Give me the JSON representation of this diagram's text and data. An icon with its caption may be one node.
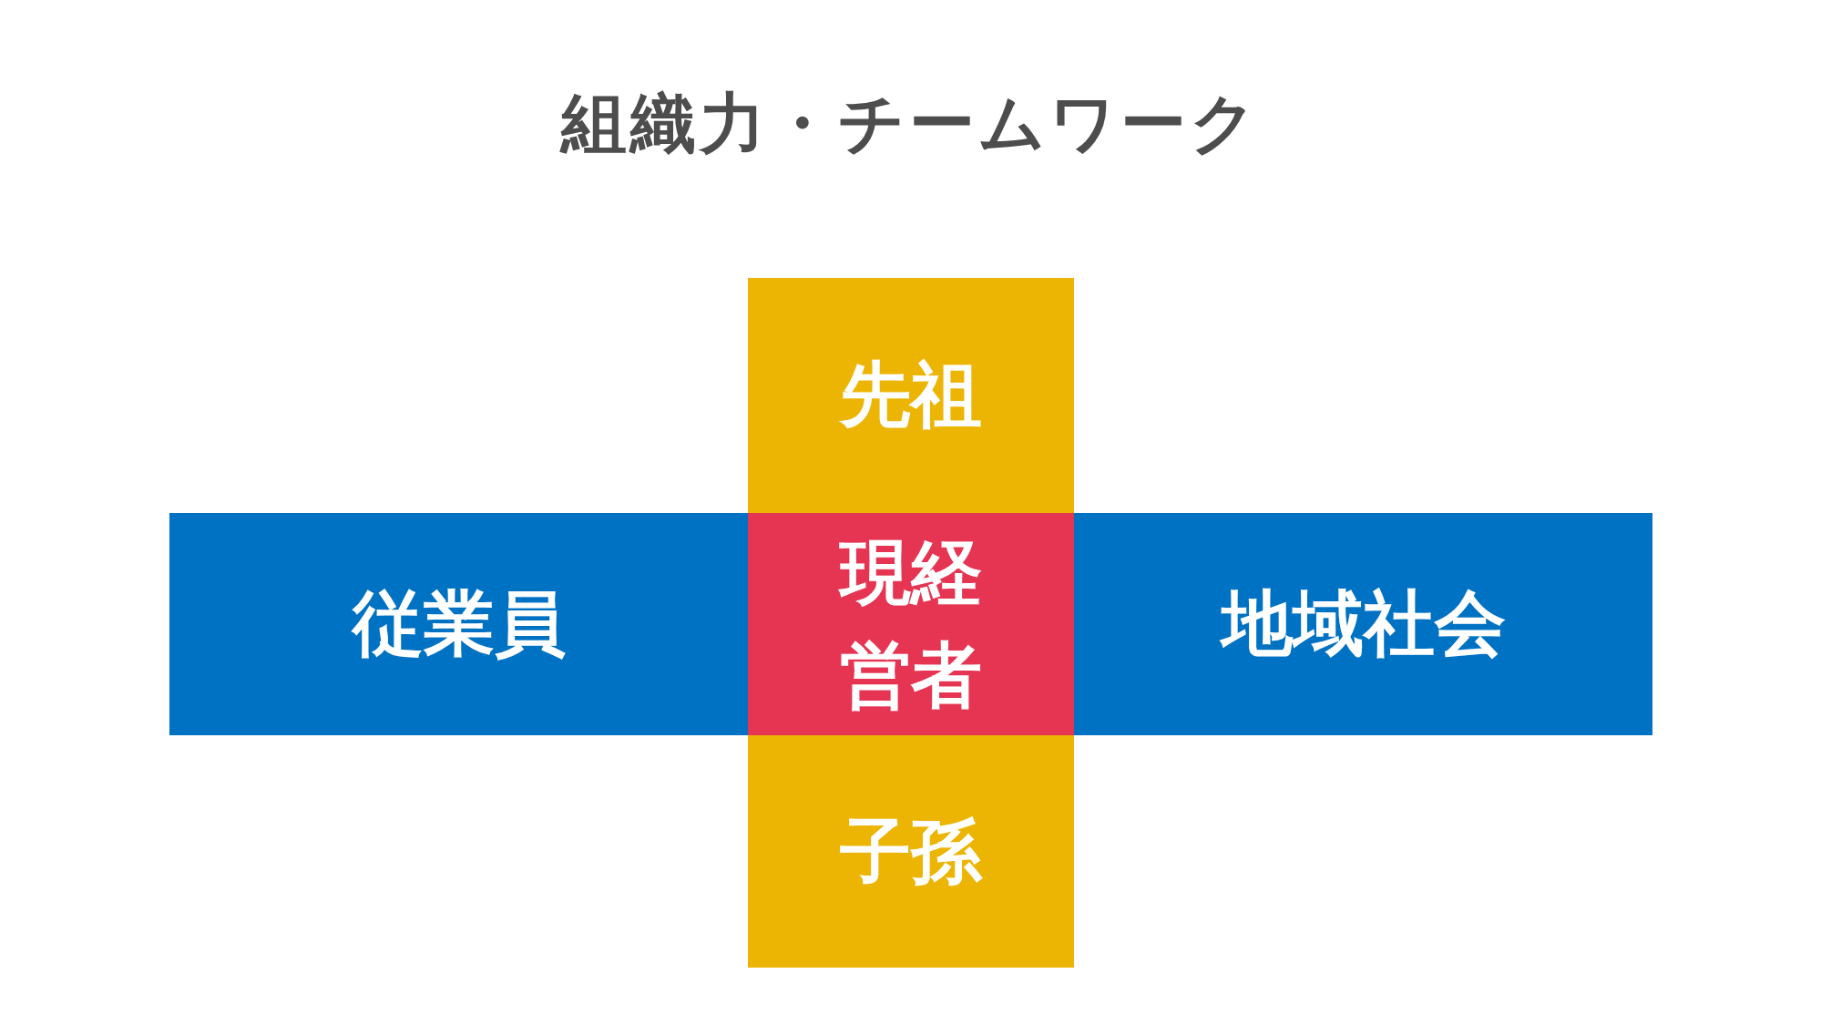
{
  "diagram": {
    "title": "組織力・チームワーク",
    "nodes": [
      {
        "text": [
          "先祖"
        ]
      },
      {
        "text": [
          "従業員"
        ]
      },
      {
        "text": [
          "現経営者"
        ]
      },
      {
        "text": [
          "地域社会"
        ]
      },
      {
        "text": [
          "子孫"
        ]
      }
    ]
  }
}
